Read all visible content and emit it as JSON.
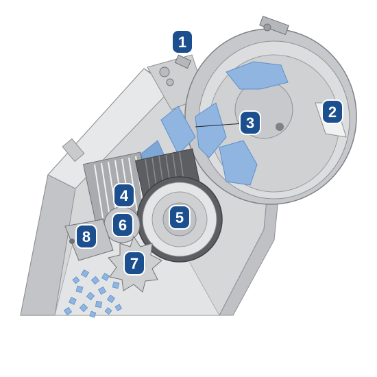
{
  "colors": {
    "badge_fill": "#1b4f8e",
    "badge_ring": "#ffffff",
    "badge_text": "#ffffff",
    "housing": "#d6d7d9",
    "housing_dark": "#a9abae",
    "housing_light": "#ececed",
    "chip_blue": "#8fb5e0",
    "chip_blue_dark": "#5f8fc8",
    "roller_dark": "#5c5e61"
  },
  "callouts": [
    {
      "id": "inlet-bolt",
      "label": "1"
    },
    {
      "id": "rotor-drum",
      "label": "2"
    },
    {
      "id": "cutter-knives",
      "label": "3"
    },
    {
      "id": "upper-feed-roller",
      "label": "4"
    },
    {
      "id": "large-feed-roller",
      "label": "5"
    },
    {
      "id": "lower-feed-roller",
      "label": "6"
    },
    {
      "id": "star-wheel",
      "label": "7"
    },
    {
      "id": "discharge-screen",
      "label": "8"
    }
  ]
}
